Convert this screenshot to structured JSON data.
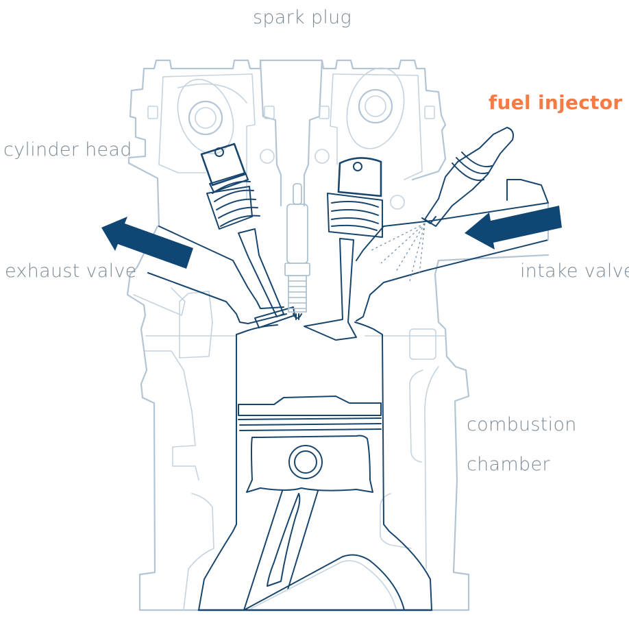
{
  "diagram": {
    "title": "Engine cylinder cross-section (port fuel injection)",
    "labels": {
      "spark_plug": "spark plug",
      "fuel_injector": "fuel injector",
      "cylinder_head": "cylinder head",
      "exhaust_valve": "exhaust valve",
      "intake_valve": "intake valve",
      "combustion_line1": "combustion",
      "combustion_line2": "chamber"
    },
    "highlighted_label": "fuel injector",
    "arrows": [
      {
        "name": "exhaust-flow",
        "direction": "out-left"
      },
      {
        "name": "intake-flow",
        "direction": "in-left"
      }
    ],
    "colors": {
      "label_text": "#7c8a96",
      "highlight": "#f47b44",
      "arrow": "#0f4674",
      "outline_dark": "#17456d",
      "outline_light": "#b3c5d4"
    }
  }
}
